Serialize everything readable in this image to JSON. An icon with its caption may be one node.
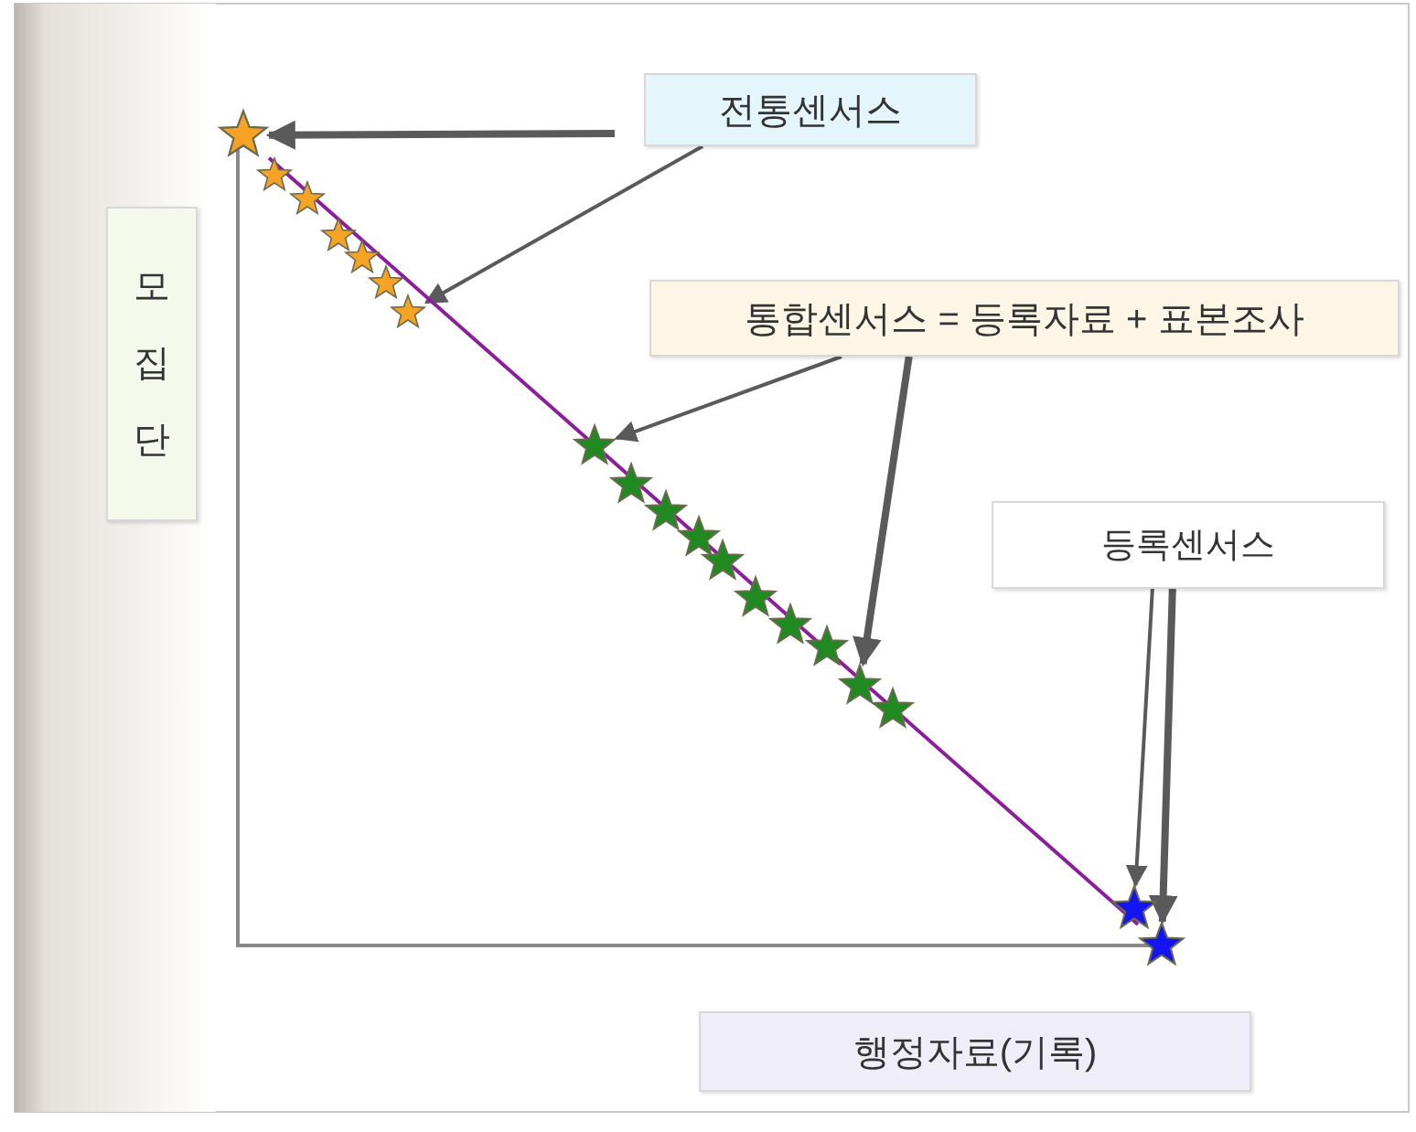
{
  "diagram": {
    "nodes": [
      {
        "text": [
          "전통센서스"
        ]
      },
      {
        "text": [
          "통합센서스 = 등록자료 + 표본조사"
        ]
      },
      {
        "text": [
          "등록센서스"
        ]
      },
      {
        "text": [
          "모 집 단"
        ]
      },
      {
        "text": [
          "행정자료(기록)"
        ]
      },
      {
        "text": [],
        "shape": "star"
      },
      {
        "text": [],
        "shape": "star"
      },
      {
        "text": [],
        "shape": "star"
      },
      {
        "text": [],
        "shape": "star"
      },
      {
        "text": [],
        "shape": "star"
      },
      {
        "text": [],
        "shape": "star"
      },
      {
        "text": [],
        "shape": "star"
      },
      {
        "text": [],
        "shape": "star"
      },
      {
        "text": [],
        "shape": "star"
      },
      {
        "text": [],
        "shape": "star"
      },
      {
        "text": [],
        "shape": "star"
      },
      {
        "text": [],
        "shape": "star"
      },
      {
        "text": [],
        "shape": "star"
      },
      {
        "text": [],
        "shape": "star"
      },
      {
        "text": [],
        "shape": "star"
      },
      {
        "text": [],
        "shape": "star"
      },
      {
        "text": [],
        "shape": "star"
      },
      {
        "text": [],
        "shape": "star"
      },
      {
        "text": [],
        "shape": "star"
      }
    ],
    "edges": [
      {
        "from": 0,
        "to": 5,
        "arrow": "to",
        "style": "thick"
      },
      {
        "from": 0,
        "to": 11,
        "arrow": "to"
      },
      {
        "from": 1,
        "to": 12,
        "arrow": "to"
      },
      {
        "from": 1,
        "to": 20,
        "arrow": "to",
        "style": "thick"
      },
      {
        "from": 2,
        "to": 22,
        "arrow": "to"
      },
      {
        "from": 2,
        "to": 23,
        "arrow": "to",
        "style": "thick"
      },
      {
        "from": 5,
        "to": 23,
        "arrow": "none",
        "color": "#8b1e9b"
      }
    ]
  }
}
